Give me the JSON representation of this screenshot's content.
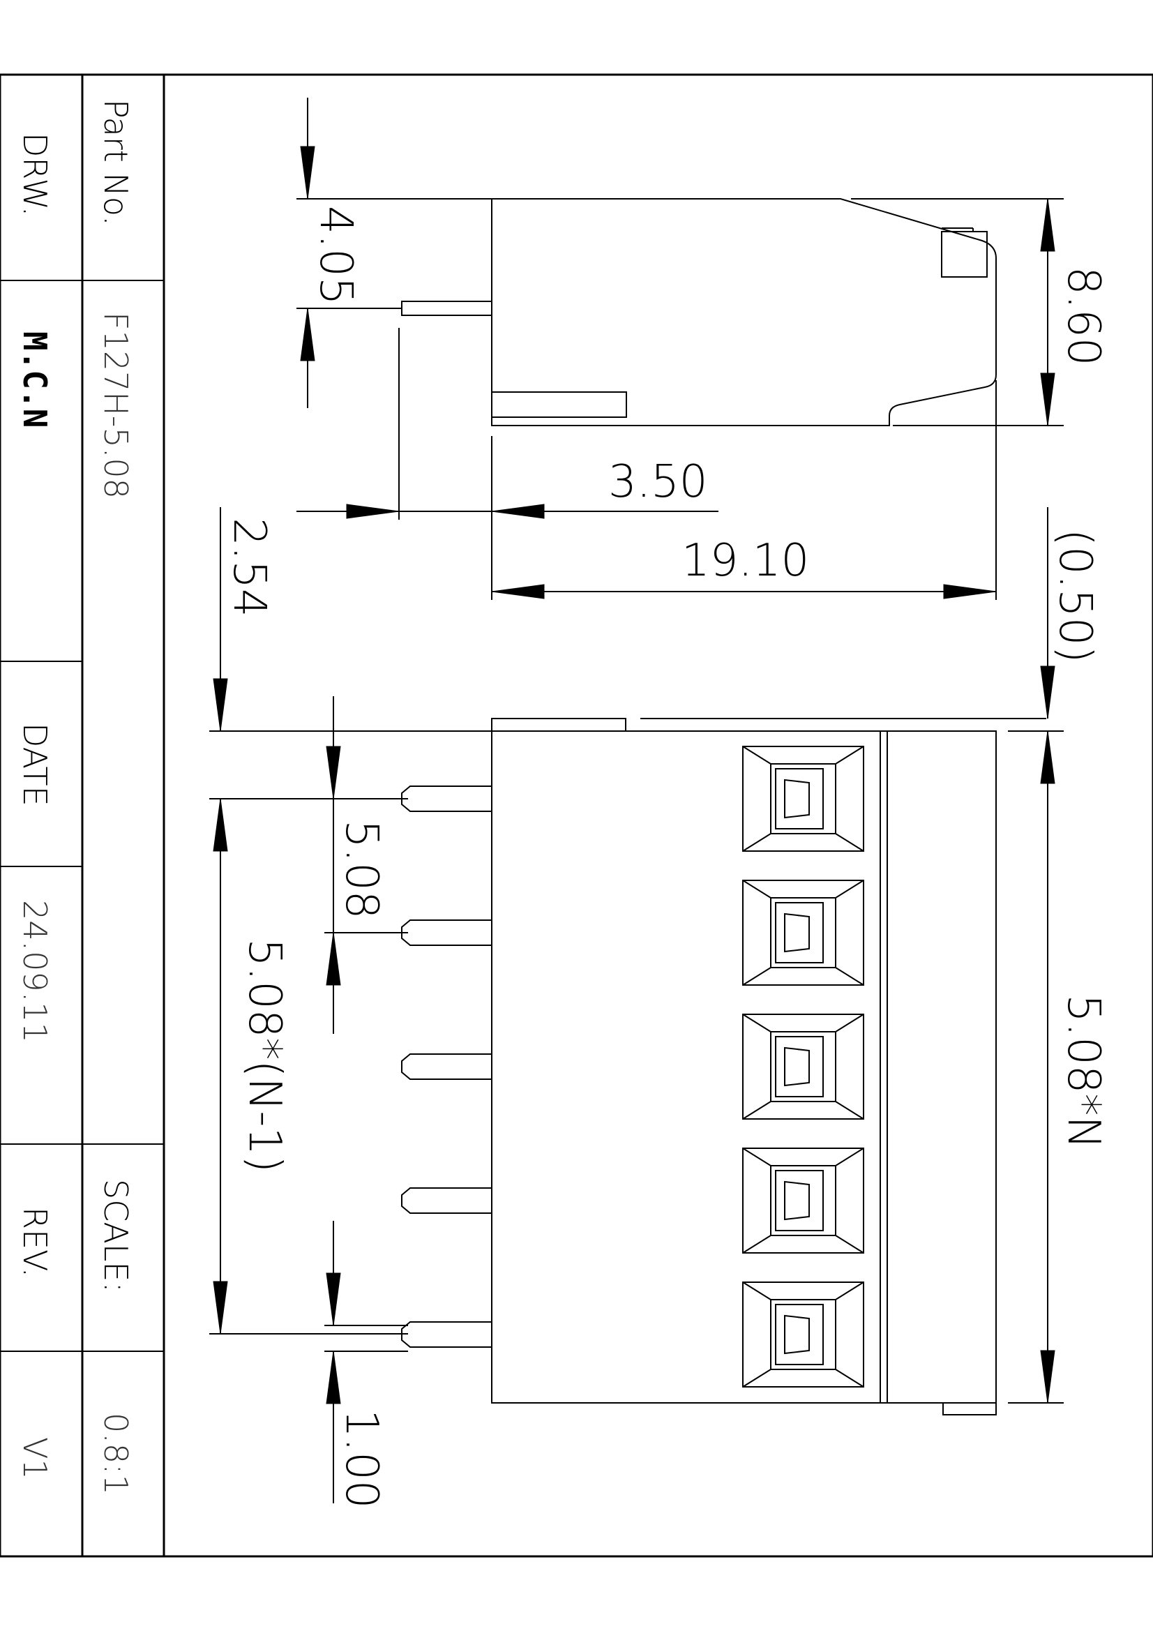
{
  "title_block": {
    "part_no_label": "Part No.",
    "part_no_value": "F127H-5.08",
    "drw_label": "DRW.",
    "drw_value": "M.C.N",
    "date_label": "DATE",
    "date_value": "24.09.11",
    "scale_label": "SCALE:",
    "scale_value": "0.8:1",
    "rev_label": "REV.",
    "rev_value": "V1"
  },
  "dimensions": {
    "height_top": "8.60",
    "pin_offset": "4.05",
    "pin_length": "3.50",
    "body_length": "19.10",
    "edge_offset": "2.54",
    "gap": "(0.50)",
    "pitch": "5.08",
    "pitch_span": "5.08*(N-1)",
    "pin_width": "1.00",
    "total_width": "5.08*N"
  }
}
